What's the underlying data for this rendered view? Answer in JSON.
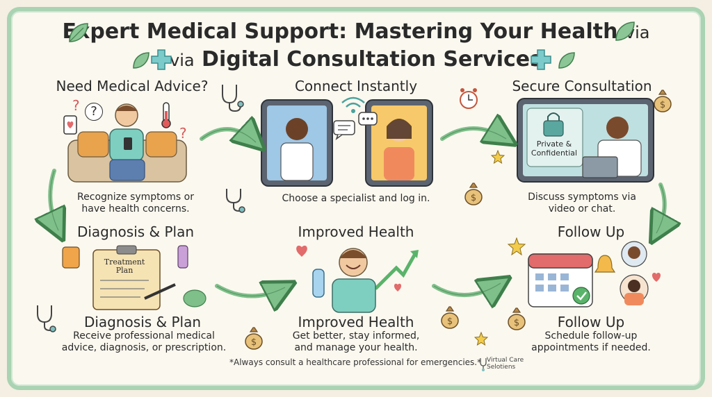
{
  "title": {
    "line1_main": "Expert Medical Support: Mastering Your Health",
    "line1_via": "via",
    "line2_via": "via",
    "line2_main": "Digital Consultation Services"
  },
  "steps": [
    {
      "heading": "Need Medical Advice?",
      "caption_1": "Recognize symptoms or",
      "caption_2": "have health concerns."
    },
    {
      "heading": "Connect Instantly",
      "caption_1": "Choose a specialist and log in.",
      "caption_2": ""
    },
    {
      "heading": "Secure Consultation",
      "caption_1": "Discuss symptoms via",
      "caption_2": "video or chat.",
      "badge_1": "Private &",
      "badge_2": "Confidential"
    },
    {
      "heading": "Diagnosis & Plan",
      "heading_2": "Diagnosis & Plan",
      "caption_1": "Receive professional medical",
      "caption_2": "advice, diagnosis, or prescription.",
      "clipboard_1": "Treatment",
      "clipboard_2": "Plan"
    },
    {
      "heading": "Improved Health",
      "heading_2": "Improved Health",
      "caption_1": "Get better, stay informed,",
      "caption_2": "and manage your health."
    },
    {
      "heading": "Follow Up",
      "heading_2": "Follow Up",
      "caption_1": "Schedule follow-up",
      "caption_2": "appointments if needed."
    }
  ],
  "footer": {
    "disclaimer": "*Always consult a healthcare professional for emergencies.*",
    "brand_1": "Virtual Care",
    "brand_2": "Selotiens"
  },
  "colors": {
    "accent_green": "#7fbf8a",
    "border": "#a9d3b2",
    "teal_cross": "#5fb3b3"
  }
}
